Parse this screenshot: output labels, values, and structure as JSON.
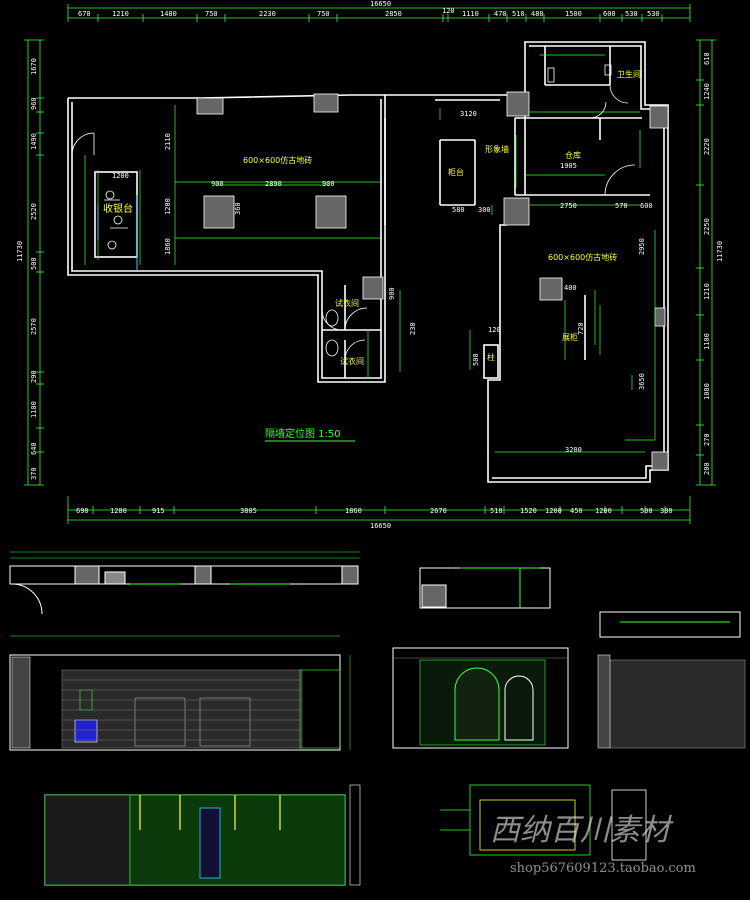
{
  "floor_plan": {
    "title": "隔墙定位图  1:50",
    "labels": {
      "cashier": "收银台",
      "tile_left": "600×600仿古地砖",
      "tile_right": "600×600仿古地砖",
      "toilet": "卫生间",
      "storage": "仓库",
      "shaped_wall": "形象墙",
      "counter": "柜台",
      "fitting_room_1": "试衣间",
      "fitting_room_2": "试衣间",
      "column": "柱",
      "display": "展柜"
    },
    "top_total": "16650",
    "bottom_total": "16650",
    "top_dims": [
      "670",
      "1210",
      "1480",
      "750",
      "2230",
      "750",
      "2850",
      "120",
      "1110",
      "470",
      "510",
      "480",
      "1500",
      "600",
      "530",
      "530"
    ],
    "bottom_dims": [
      "690",
      "1280",
      "915",
      "3805",
      "1860",
      "2670",
      "510",
      "1520",
      "1200",
      "450",
      "1200",
      "500",
      "300"
    ],
    "left_dims": [
      "1670",
      "960",
      "1490",
      "2520",
      "500",
      "2570",
      "290",
      "1100",
      "640",
      "370"
    ],
    "right_dims": [
      "610",
      "1240",
      "2220",
      "2250",
      "1210",
      "1100",
      "1080",
      "270",
      "200"
    ],
    "left_total": "11730",
    "right_total": "11730",
    "inner_dims": [
      "2110",
      "1200",
      "1860",
      "1200",
      "2890",
      "900",
      "900",
      "360",
      "580",
      "300",
      "3120",
      "1905",
      "2750",
      "570",
      "600",
      "400",
      "720",
      "2950",
      "3650",
      "3200",
      "230",
      "120",
      "900",
      "500"
    ]
  },
  "watermark": {
    "chinese": "西纳百川素材",
    "url": "shop567609123.taobao.com"
  }
}
